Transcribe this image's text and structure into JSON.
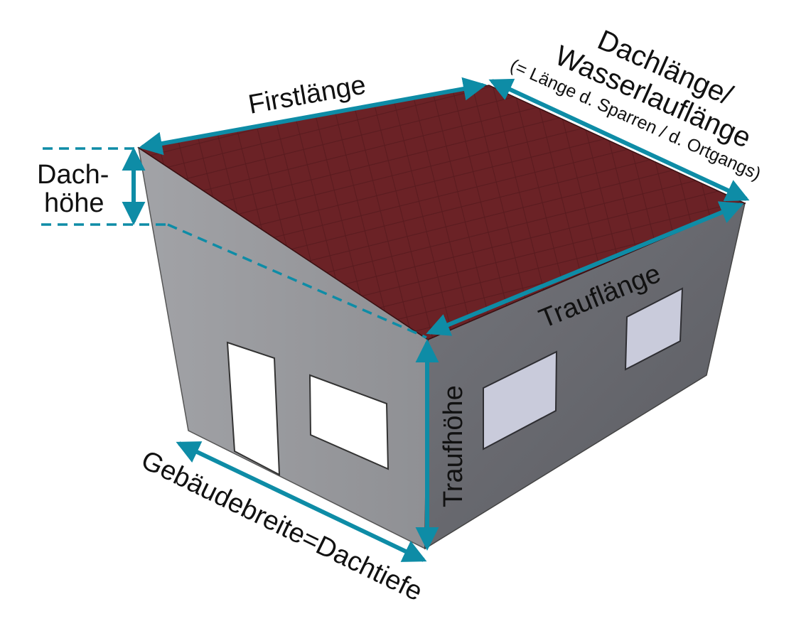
{
  "colors": {
    "accent": "#0e8ca6",
    "roof": "#6b2226",
    "roof_grid": "#5a1b1f",
    "wall_left": "#9a9a9e",
    "wall_right": "#66676d",
    "window_glass": "#c9cbdb",
    "door": "#ffffff"
  },
  "labels": {
    "firstlaenge": "Firstlänge",
    "dachlaenge_line1": "Dachlänge/",
    "dachlaenge_line2": "Wasserlauflänge",
    "dachlaenge_note": "(= Länge d. Sparren / d. Ortgangs)",
    "dachhoehe_line1": "Dach-",
    "dachhoehe_line2": "höhe",
    "traufhoehe": "Traufhöhe",
    "trauflaenge": "Trauflänge",
    "gebaeudebreite": "Gebäudebreite=Dachtiefe"
  },
  "icons": {
    "arrow_head": "arrowhead-icon"
  }
}
